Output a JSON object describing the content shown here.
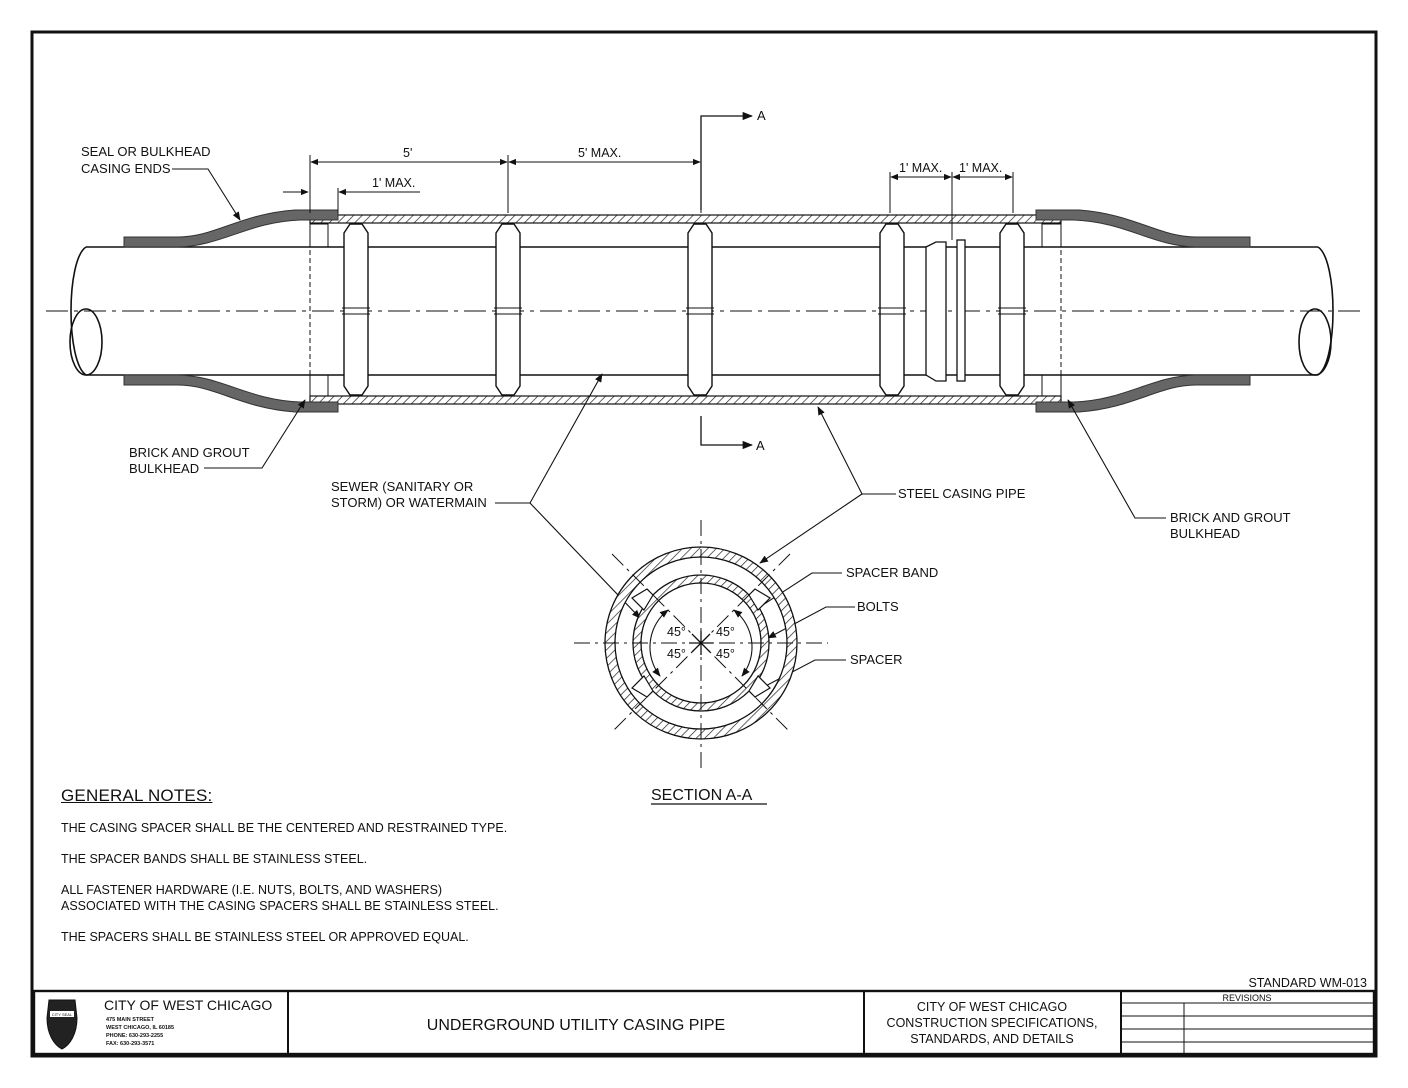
{
  "drawing": {
    "callouts": {
      "seal_line1": "SEAL OR BULKHEAD",
      "seal_line2": "CASING ENDS",
      "bulkhead_left_line1": "BRICK AND GROUT",
      "bulkhead_left_line2": "BULKHEAD",
      "sewer_line1": "SEWER (SANITARY OR",
      "sewer_line2": "STORM) OR WATERMAIN",
      "steel_casing": "STEEL CASING PIPE",
      "bulkhead_right_line1": "BRICK AND GROUT",
      "bulkhead_right_line2": "BULKHEAD",
      "spacer_band": "SPACER BAND",
      "bolts": "BOLTS",
      "spacer": "SPACER"
    },
    "dimensions": {
      "d5": "5'",
      "d5max": "5' MAX.",
      "d1max_left": "1' MAX.",
      "d1max_right_a": "1' MAX.",
      "d1max_right_b": "1' MAX."
    },
    "section_marker": "A",
    "section_title": "SECTION A-A",
    "angle": "45°"
  },
  "notes": {
    "header": "GENERAL NOTES:",
    "items": [
      "THE CASING SPACER SHALL BE THE CENTERED AND RESTRAINED TYPE.",
      "THE SPACER BANDS SHALL BE STAINLESS STEEL.",
      "ALL FASTENER HARDWARE (I.E. NUTS, BOLTS, AND WASHERS)\nASSOCIATED WITH THE CASING SPACERS SHALL BE STAINLESS STEEL.",
      "THE SPACERS SHALL BE STAINLESS STEEL OR APPROVED EQUAL."
    ]
  },
  "title_block": {
    "standard": "STANDARD WM-013",
    "city_name": "CITY OF WEST CHICAGO",
    "address_lines": [
      "475 MAIN STREET",
      "WEST CHICAGO, IL 60185",
      "PHONE: 630-293-2255",
      "FAX: 630-293-3571"
    ],
    "seal_text": "CITY SEAL",
    "drawing_title": "UNDERGROUND UTILITY CASING PIPE",
    "spec_lines": [
      "CITY OF WEST CHICAGO",
      "CONSTRUCTION SPECIFICATIONS,",
      "STANDARDS, AND DETAILS"
    ],
    "revisions_label": "REVISIONS"
  }
}
